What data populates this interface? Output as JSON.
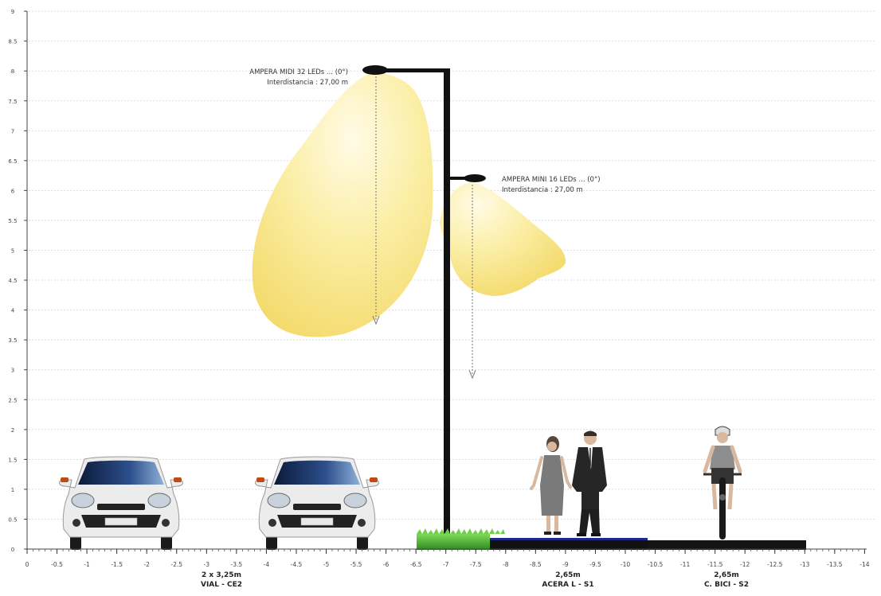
{
  "y_axis": {
    "ticks": [
      "0",
      "0.5",
      "1",
      "1.5",
      "2",
      "2.5",
      "3",
      "3.5",
      "4",
      "4.5",
      "5",
      "5.5",
      "6",
      "6.5",
      "7",
      "7.5",
      "8",
      "8.5",
      "9"
    ]
  },
  "x_axis": {
    "ticks": [
      "0",
      "-0.5",
      "-1",
      "-1.5",
      "-2",
      "-2.5",
      "-3",
      "-3.5",
      "-4",
      "-4.5",
      "-5",
      "-5.5",
      "-6",
      "-6.5",
      "-7",
      "-7.5",
      "-8",
      "-8.5",
      "-9",
      "-9.5",
      "-10",
      "-10.5",
      "-11",
      "-11.5",
      "-12",
      "-12.5",
      "-13",
      "-13.5",
      "-14"
    ]
  },
  "luminaires": [
    {
      "name": "AMPERA MIDI 32 LEDs ... (0°)",
      "spacing": "Interdistancia : 27,00 m"
    },
    {
      "name": "AMPERA MINI 16 LEDs ... (0°)",
      "spacing": "Interdistancia : 27,00 m"
    }
  ],
  "zones": [
    {
      "width": "2 x 3,25m",
      "name": "VIAL - CE2"
    },
    {
      "width": "2,65m",
      "name": "ACERA L - S1"
    },
    {
      "width": "2,65m",
      "name": "C. BICI - S2"
    }
  ],
  "colors": {
    "light_beam": "#f7e27a",
    "pole": "#111111",
    "grass": "#4fb83a",
    "sidewalk": "#1a1a6b",
    "bike_lane": "#121212",
    "grid": "#dddddd"
  },
  "icons": [
    "car-icon",
    "pedestrian-couple-icon",
    "cyclist-icon",
    "grass-strip"
  ]
}
